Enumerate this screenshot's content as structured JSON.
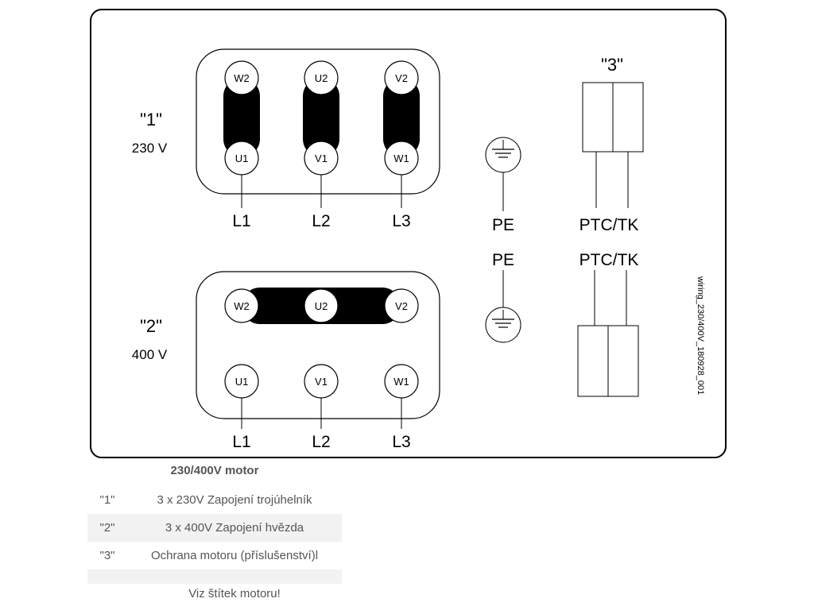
{
  "diagram": {
    "group1": {
      "id": "\"1\"",
      "voltage": "230 V",
      "top": [
        "W2",
        "U2",
        "V2"
      ],
      "bottom": [
        "U1",
        "V1",
        "W1"
      ],
      "lines": [
        "L1",
        "L2",
        "L3"
      ]
    },
    "group2": {
      "id": "\"2\"",
      "voltage": "400 V",
      "top": [
        "W2",
        "U2",
        "V2"
      ],
      "bottom": [
        "U1",
        "V1",
        "W1"
      ],
      "lines": [
        "L1",
        "L2",
        "L3"
      ]
    },
    "group3": {
      "id": "\"3\""
    },
    "pe_label": "PE",
    "ptc_label": "PTC/TK",
    "vertical_code": "wiring_230/400V_180928_001"
  },
  "legend": {
    "title": "230/400V motor",
    "rows": [
      {
        "key": "\"1\"",
        "text": "3 x 230V Zapojení trojúhelník"
      },
      {
        "key": "\"2\"",
        "text": "3 x 400V Zapojení hvězda"
      },
      {
        "key": "\"3\"",
        "text": "Ochrana motoru (příslušenství)l"
      }
    ],
    "note": "Viz štítek motoru!"
  }
}
